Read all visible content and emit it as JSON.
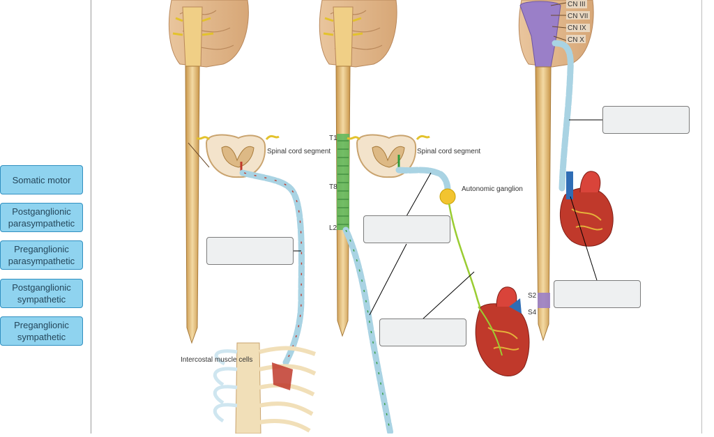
{
  "labels": {
    "somatic_motor": "Somatic motor",
    "postganglionic_parasympathetic": "Postganglionic parasympathetic",
    "preganglionic_parasympathetic": "Preganglionic parasympathetic",
    "postganglionic_sympathetic": "Postganglionic sympathetic",
    "preganglionic_sympathetic": "Preganglionic sympathetic"
  },
  "diagram": {
    "spinal_cord_segment_1": "Spinal cord segment",
    "spinal_cord_segment_2": "Spinal cord segment",
    "autonomic_ganglion": "Autonomic ganglion",
    "intercostal_muscle_cells": "Intercostal muscle cells",
    "t1": "T1",
    "t8": "T8",
    "l2": "L2",
    "s2": "S2",
    "s4": "S4",
    "cn3": "CN III",
    "cn7": "CN VII",
    "cn9": "CN IX",
    "cn10": "CN X"
  },
  "colors": {
    "chip_fill": "#8fd3ef",
    "chip_border": "#2f8fc0",
    "dropzone_fill": "#eef0f1",
    "axon_blue": "#a9d3e3",
    "spinal_cord": "#e8c07a",
    "sympathetic_green": "#5cb85c",
    "parasympathetic_purple": "#9a7fc8"
  }
}
